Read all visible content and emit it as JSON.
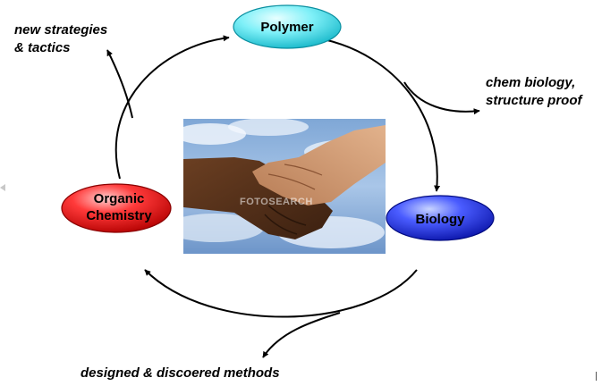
{
  "nodes": {
    "polymer": {
      "label": "Polymer",
      "color": "#3fd9e8"
    },
    "biology": {
      "label": "Biology",
      "color": "#1e2ad8"
    },
    "organic_chemistry": {
      "label_line1": "Organic",
      "label_line2": "Chemistry",
      "color": "#e31b1b"
    }
  },
  "annotations": {
    "new_strategies_line1": "new strategies",
    "new_strategies_line2": "& tactics",
    "chem_biology_line1": "chem biology,",
    "chem_biology_line2": "structure proof",
    "designed_methods": "designed & discoered methods"
  },
  "photo": {
    "description_icon": "handshake-photo",
    "watermark": "FOTOSEARCH"
  }
}
